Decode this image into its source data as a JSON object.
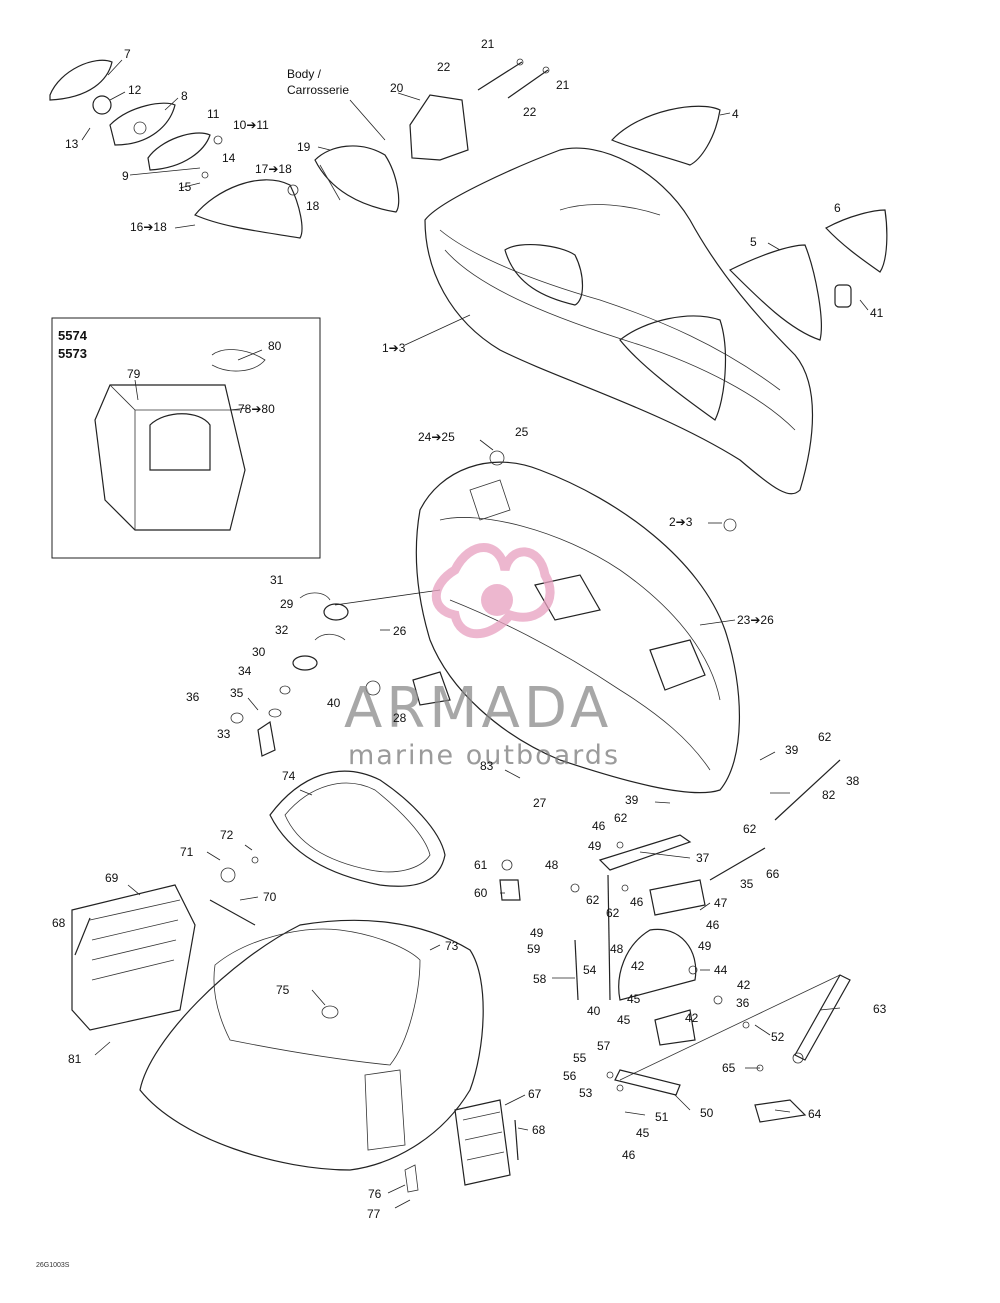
{
  "header": {
    "body_label_line1": "Body /",
    "body_label_line2": "Carrosserie"
  },
  "inset": {
    "model_1": "5574",
    "model_2": "5573"
  },
  "callouts": {
    "c1": "7",
    "c2": "12",
    "c3": "13",
    "c4": "8",
    "c5": "11",
    "c6": "10➔11",
    "c7": "9",
    "c8": "14",
    "c9": "15",
    "c10": "17➔18",
    "c11": "18",
    "c12": "16➔18",
    "c13": "19",
    "c14": "20",
    "c15": "21",
    "c16": "22",
    "c17": "21",
    "c18": "22",
    "c19": "4",
    "c20": "6",
    "c21": "5",
    "c22": "41",
    "c23": "1➔3",
    "c24": "80",
    "c25": "79",
    "c26": "78➔80",
    "c27": "24➔25",
    "c28": "25",
    "c29": "2➔3",
    "c30": "31",
    "c31": "29",
    "c32": "26",
    "c33": "32",
    "c34": "23➔26",
    "c35": "30",
    "c36": "34",
    "c37": "40",
    "c38": "28",
    "c39": "36",
    "c40": "35",
    "c41": "33",
    "c42": "62",
    "c43": "39",
    "c44": "38",
    "c45": "83",
    "c46": "27",
    "c47": "82",
    "c48": "39",
    "c49": "74",
    "c50": "62",
    "c51": "46",
    "c52": "49",
    "c53": "37",
    "c54": "62",
    "c55": "72",
    "c56": "71",
    "c57": "61",
    "c58": "48",
    "c59": "66",
    "c60": "69",
    "c61": "60",
    "c62": "62",
    "c63": "46",
    "c64": "35",
    "c65": "70",
    "c66": "47",
    "c67": "62",
    "c68": "46",
    "c69": "68",
    "c70": "49",
    "c71": "48",
    "c72": "59",
    "c73": "49",
    "c74": "73",
    "c75": "42",
    "c76": "54",
    "c77": "44",
    "c78": "58",
    "c79": "75",
    "c80": "42",
    "c81": "45",
    "c82": "36",
    "c83": "63",
    "c84": "40",
    "c85": "45",
    "c86": "42",
    "c87": "81",
    "c88": "52",
    "c89": "57",
    "c90": "55",
    "c91": "56",
    "c92": "65",
    "c93": "53",
    "c94": "50",
    "c95": "64",
    "c96": "51",
    "c97": "67",
    "c98": "45",
    "c99": "68",
    "c100": "46",
    "c101": "76",
    "c102": "77"
  },
  "footer": {
    "code": "26G1003S"
  },
  "watermark": {
    "brand": "ARMADA",
    "tagline": "marine outboards",
    "color": "#e8a0c0"
  }
}
